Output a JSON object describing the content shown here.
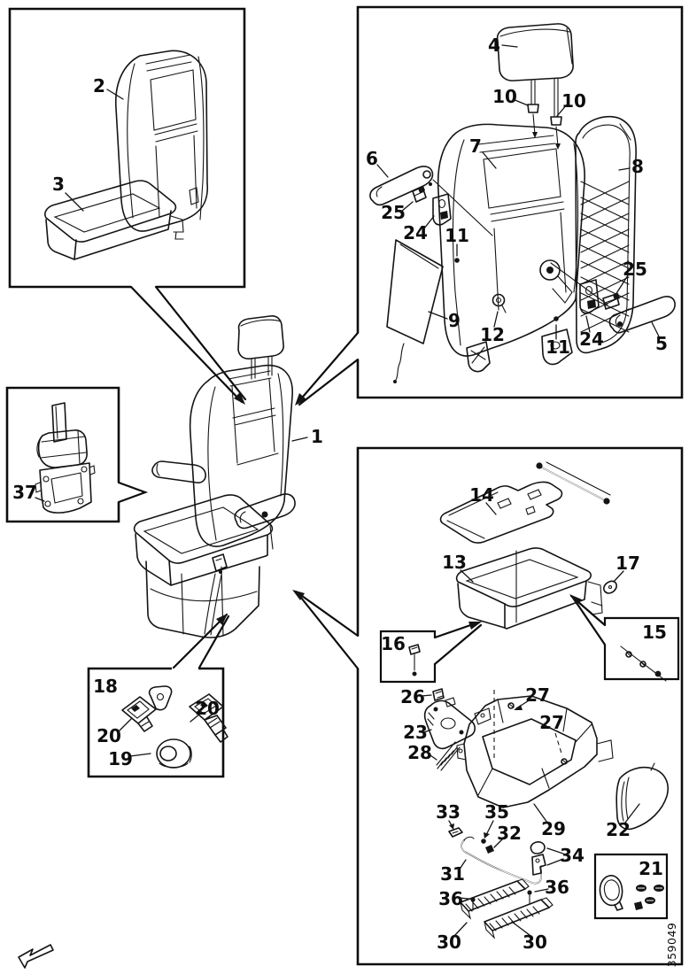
{
  "figure": {
    "type": "exploded-parts-diagram",
    "subject": "vehicle-seat",
    "doc_number": "359049",
    "colors": {
      "line": "#141414",
      "background": "#ffffff"
    },
    "icons": {
      "direction_arrow": "arrow-lower-left"
    }
  },
  "labels": {
    "panelA": {
      "p2": "2",
      "p3": "3"
    },
    "main": {
      "p1": "1",
      "p37": "37"
    },
    "panelB": {
      "p4": "4",
      "p10a": "10",
      "p10b": "10",
      "p6": "6",
      "p7": "7",
      "p8": "8",
      "p25a": "25",
      "p24a": "24",
      "p11a": "11",
      "p9": "9",
      "p12": "12",
      "p11b": "11",
      "p24b": "24",
      "p25b": "25",
      "p5": "5"
    },
    "panelD": {
      "p18": "18",
      "p20a": "20",
      "p20b": "20",
      "p19": "19"
    },
    "panelE": {
      "p14": "14",
      "p13": "13",
      "p17": "17",
      "p16": "16",
      "p15": "15",
      "p26": "26",
      "p23": "23",
      "p28": "28",
      "p27a": "27",
      "p27b": "27",
      "p29": "29",
      "p22": "22",
      "p33": "33",
      "p35": "35",
      "p32": "32",
      "p31": "31",
      "p34": "34",
      "p36a": "36",
      "p36b": "36",
      "p30a": "30",
      "p30b": "30",
      "p21": "21"
    }
  }
}
